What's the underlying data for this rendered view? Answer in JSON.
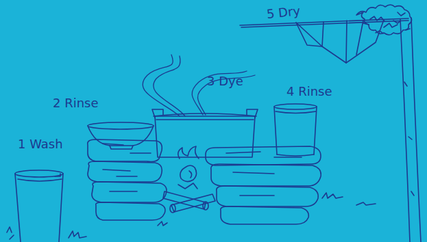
{
  "diagram": {
    "labels": [
      "1 Wash",
      "2 Rinse",
      "3 Dye",
      "4 Rinse",
      "5 Dry"
    ]
  }
}
